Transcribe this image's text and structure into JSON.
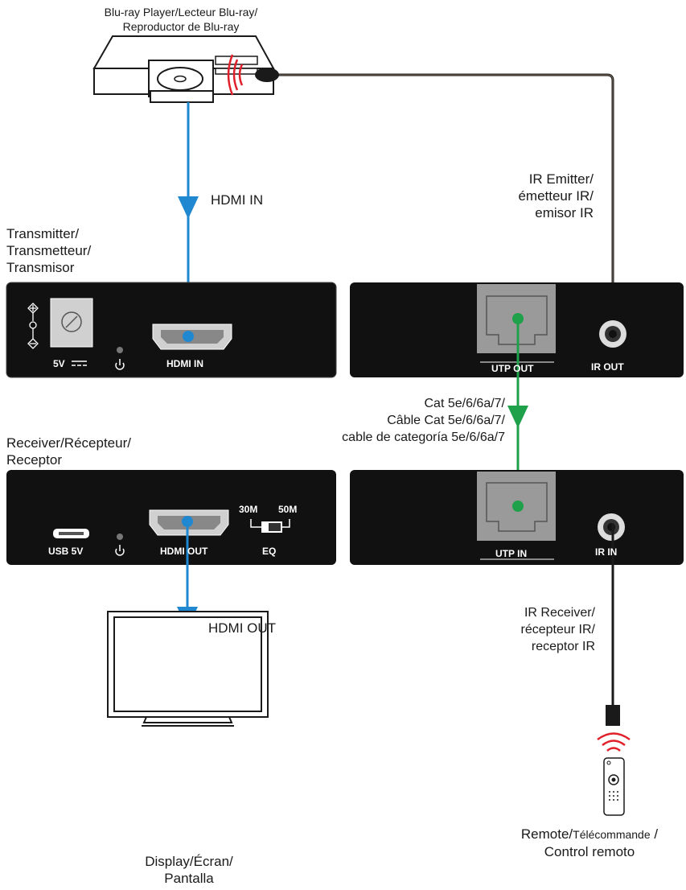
{
  "devices": {
    "bluray": {
      "label_line1": "Blu-ray Player/Lecteur Blu-ray/",
      "label_line2": "Reproductor de Blu-ray"
    },
    "transmitter": {
      "label_line1": "Transmitter/",
      "label_line2": "Transmetteur/",
      "label_line3": "Transmisor"
    },
    "receiver": {
      "label_line1": "Receiver/Récepteur/",
      "label_line2": "Receptor"
    },
    "display": {
      "label_line1": "Display/Écran/",
      "label_line2": "Pantalla"
    },
    "remote": {
      "label_line1_a": "Remote/",
      "label_line1_b": "Télécommande",
      "label_line1_c": " /",
      "label_line2": "Control remoto"
    }
  },
  "cables": {
    "hdmi_in": "HDMI IN",
    "hdmi_out": "HDMI OUT",
    "ir_emitter": {
      "line1": "IR Emitter/",
      "line2": "émetteur IR/",
      "line3": "emisor IR"
    },
    "ir_receiver": {
      "line1": "IR Receiver/",
      "line2": "récepteur IR/",
      "line3": "receptor IR"
    },
    "cat": {
      "line1": "Cat 5e/6/6a/7/",
      "line2": "Câble Cat 5e/6/6a/7/",
      "line3": "cable de categoría 5e/6/6a/7"
    }
  },
  "ports": {
    "tx_power": "5V",
    "tx_hdmi": "HDMI IN",
    "tx_utp": "UTP OUT",
    "tx_ir": "IR OUT",
    "rx_usb": "USB 5V",
    "rx_hdmi": "HDMI OUT",
    "rx_eq": "EQ",
    "rx_eq_30": "30M",
    "rx_eq_50": "50M",
    "rx_utp": "UTP IN",
    "rx_ir": "IR IN"
  },
  "colors": {
    "hdmi_cable": "#1f88d0",
    "cat_cable": "#1fa04a",
    "ir_cable": "#1a1a1a",
    "ir_waves": "#e0202a",
    "panel": "#111111",
    "port_gray": "#9a9a9a"
  }
}
